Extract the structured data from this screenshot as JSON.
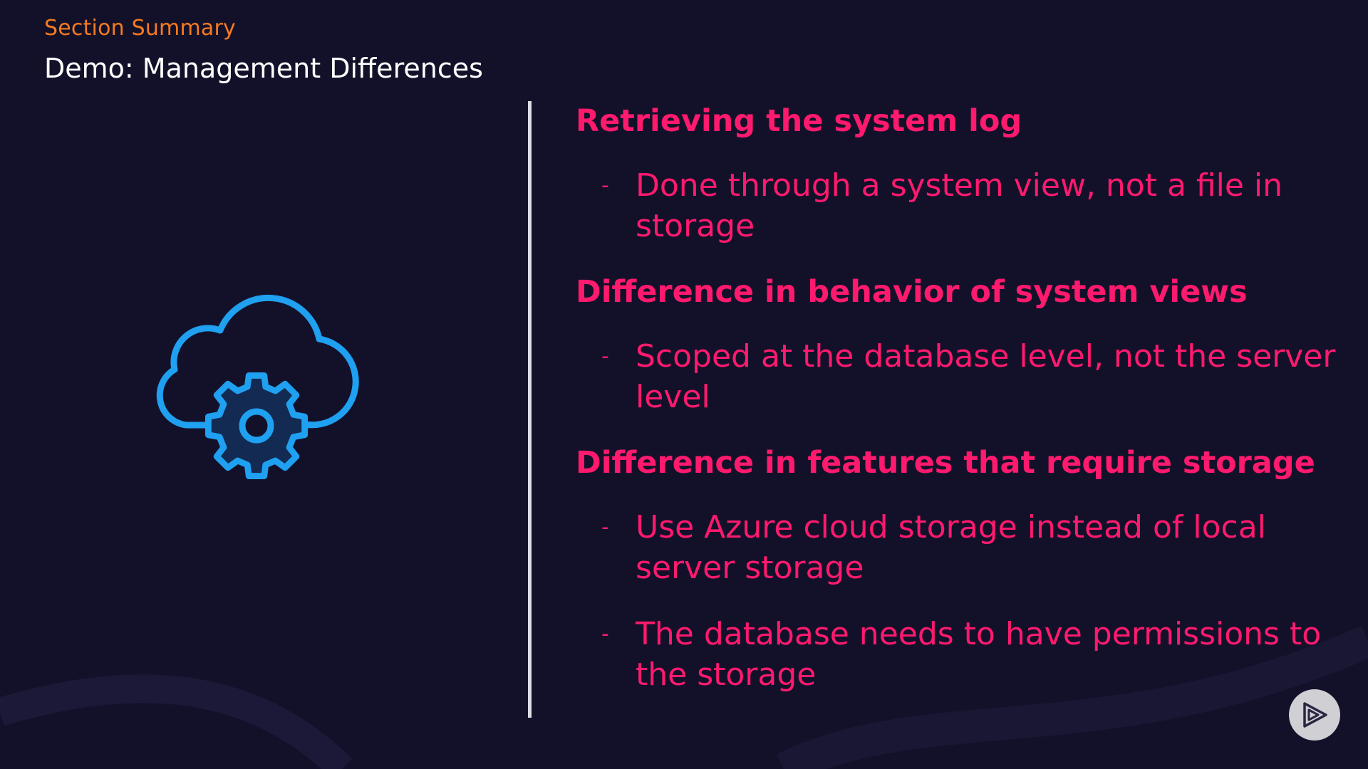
{
  "header": {
    "section_label": "Section Summary",
    "title": "Demo: Management Differences"
  },
  "illustration": {
    "icon": "cloud-gear-icon",
    "color": "#1fa0f0"
  },
  "content": {
    "blocks": [
      {
        "heading": "Retrieving the system log",
        "bullets": [
          "Done through a system view, not a file in storage"
        ]
      },
      {
        "heading": "Difference in behavior of system views",
        "bullets": [
          "Scoped at the database level, not the server level"
        ]
      },
      {
        "heading": "Difference in features that require storage",
        "bullets": [
          "Use Azure cloud storage instead of local server storage",
          "The database needs to have permissions to the storage"
        ]
      }
    ],
    "bullet_marker": "-",
    "accent_color": "#ff1a6e"
  },
  "brand": {
    "icon": "pluralsight-play-icon"
  },
  "colors": {
    "background": "#13112a",
    "section_label": "#f47a20",
    "title": "#ffffff",
    "divider": "#dcdce4"
  }
}
